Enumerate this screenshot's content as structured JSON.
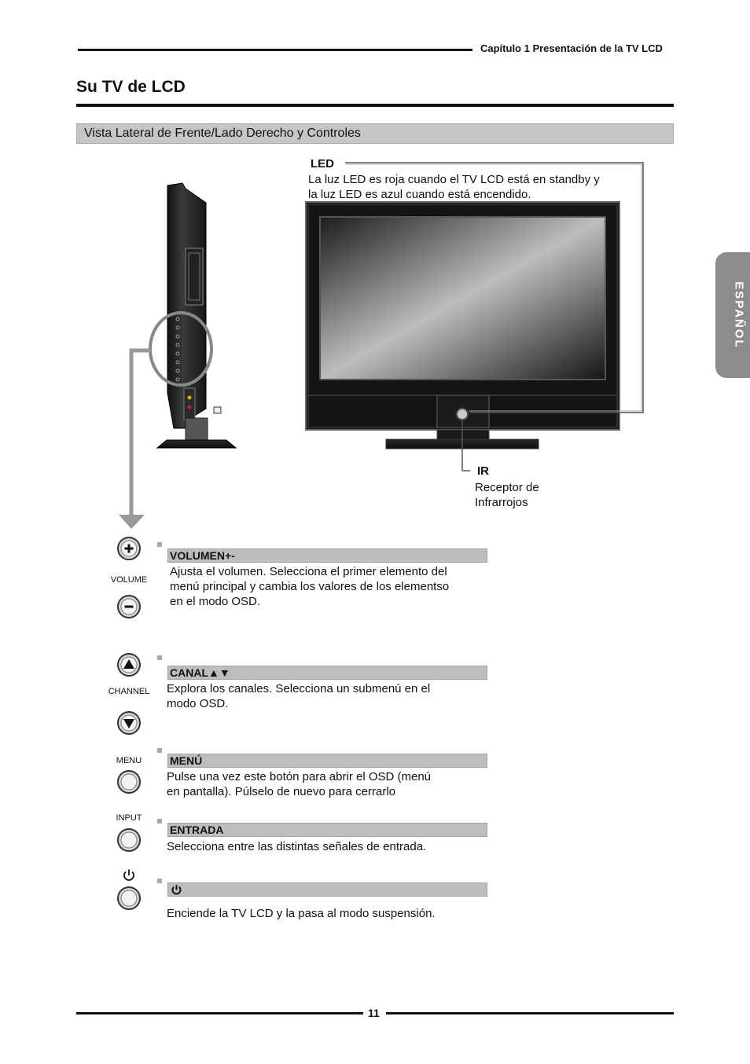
{
  "header": {
    "chapter": "Capítulo 1 Presentación de la TV LCD",
    "title": "Su TV de LCD"
  },
  "section": {
    "heading": "Vista Lateral de Frente/Lado Derecho y Controles"
  },
  "side_tab": {
    "label": "ESPAÑOL",
    "color": "#8c8c8c"
  },
  "callouts": {
    "led": {
      "title": "LED",
      "text_line1": "La luz LED es roja cuando el TV LCD está en standby y",
      "text_line2": "la luz LED es azul cuando está encendido."
    },
    "ir": {
      "title": "IR",
      "text_line1": "Receptor de",
      "text_line2": "Infrarrojos"
    }
  },
  "button_labels": {
    "volume": "VOLUME",
    "channel": "CHANNEL",
    "menu": "MENU",
    "input": "INPUT"
  },
  "controls": [
    {
      "title": "VOLUMEN+-",
      "lines": [
        "Ajusta el volumen. Selecciona el primer elemento del",
        "menú principal y cambia los valores de los elementso",
        "en el modo OSD."
      ]
    },
    {
      "title": "CANAL▲▼",
      "lines": [
        "Explora los canales. Selecciona un submenú en el",
        "modo OSD."
      ]
    },
    {
      "title": "MENÚ",
      "lines": [
        "Pulse una vez este botón para abrir el OSD (menú",
        "en pantalla). Púlselo de nuevo para cerrarlo"
      ]
    },
    {
      "title": "ENTRADA",
      "lines": [
        "Selecciona entre las distintas señales de entrada."
      ]
    },
    {
      "title": "",
      "lines": [
        "Enciende la TV LCD y la pasa al modo suspensión."
      ]
    }
  ],
  "icons": {
    "power": "power-icon",
    "plus": "plus-icon",
    "minus": "minus-icon",
    "up": "triangle-up-icon",
    "down": "triangle-down-icon"
  },
  "footer": {
    "page_number": "11"
  }
}
